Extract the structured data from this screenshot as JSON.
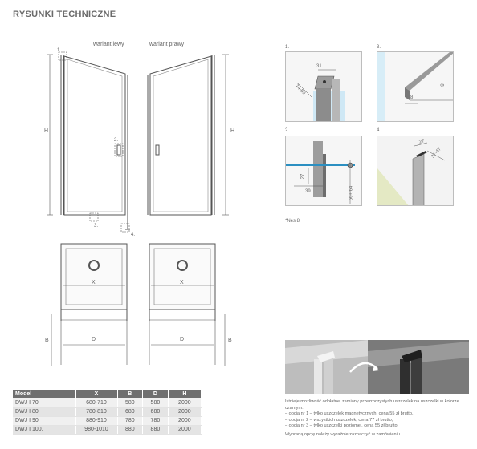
{
  "header": {
    "title": "RYSUNKI TECHNICZNE"
  },
  "variants": {
    "left": "wariant lewy",
    "right": "wariant prawy"
  },
  "dimension_labels": {
    "h": "H",
    "x": "X",
    "d": "D",
    "b": "B"
  },
  "callouts": {
    "c1": "1.",
    "c2": "2.",
    "c3": "3.",
    "c4": "4."
  },
  "details": {
    "p1": {
      "num": "1.",
      "dims": [
        "31",
        "74-89"
      ]
    },
    "p2": {
      "num": "2.",
      "dims": [
        "27",
        "39",
        "66+/64"
      ]
    },
    "p3": {
      "num": "3.",
      "dims": [
        "8",
        "8"
      ]
    },
    "p4": {
      "num": "4.",
      "dims": [
        "27",
        "37-47"
      ]
    }
  },
  "note": "*Nes 8",
  "table": {
    "headers": [
      "Model",
      "X",
      "B",
      "D",
      "H"
    ],
    "rows": [
      [
        "DWJ I 70",
        "680-710",
        "580",
        "580",
        "2000"
      ],
      [
        "DWJ I 80",
        "780-810",
        "680",
        "680",
        "2000"
      ],
      [
        "DWJ I 90",
        "880-910",
        "780",
        "780",
        "2000"
      ],
      [
        "DWJ I 100.",
        "980-1010",
        "880",
        "880",
        "2000"
      ]
    ]
  },
  "info": {
    "intro": "Istnieje możliwość odpłatnej zamiany przezroczystych uszczelek na uszczelki w kolorze czarnym:",
    "options": [
      "– opcja nr 1 – tylko uszczelek magnetycznych, cena 55 zł brutto,",
      "– opcja nr 2 – wszystkich uszczelek, cena 77 zł brutto,",
      "– opcja nr 3 – tylko uszczelki poziomej, cena 55 zł brutto."
    ],
    "outro": "Wybraną opcję należy wyraźnie zaznaczyć w zamówieniu."
  },
  "colors": {
    "header_bg": "#6f6f6f",
    "line": "#555555",
    "glass": "#cfe8f5",
    "panel_bg": "#f4f4f4"
  }
}
